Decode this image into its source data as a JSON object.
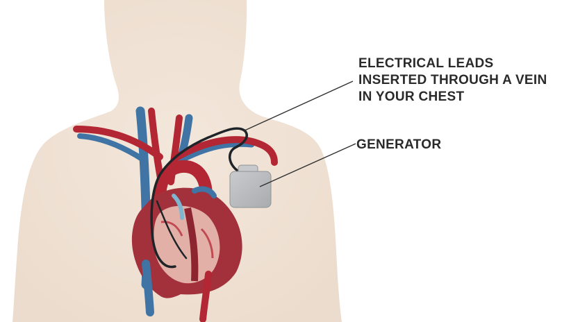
{
  "labels": {
    "leads": [
      "ELECTRICAL LEADS",
      "INSERTED THROUGH A VEIN",
      "IN YOUR CHEST"
    ],
    "generator": "GENERATOR"
  },
  "colors": {
    "body": "#f0e3d6",
    "artery": "#b32634",
    "vein": "#3f74a4",
    "heart_muscle": "#a2313b",
    "heart_inner": "#e3b0a7",
    "lead_wire": "#1f2428",
    "generator": "#b9bcbe",
    "pointer_line": "#2f2f2f",
    "label_text": "#2a2a2a"
  }
}
